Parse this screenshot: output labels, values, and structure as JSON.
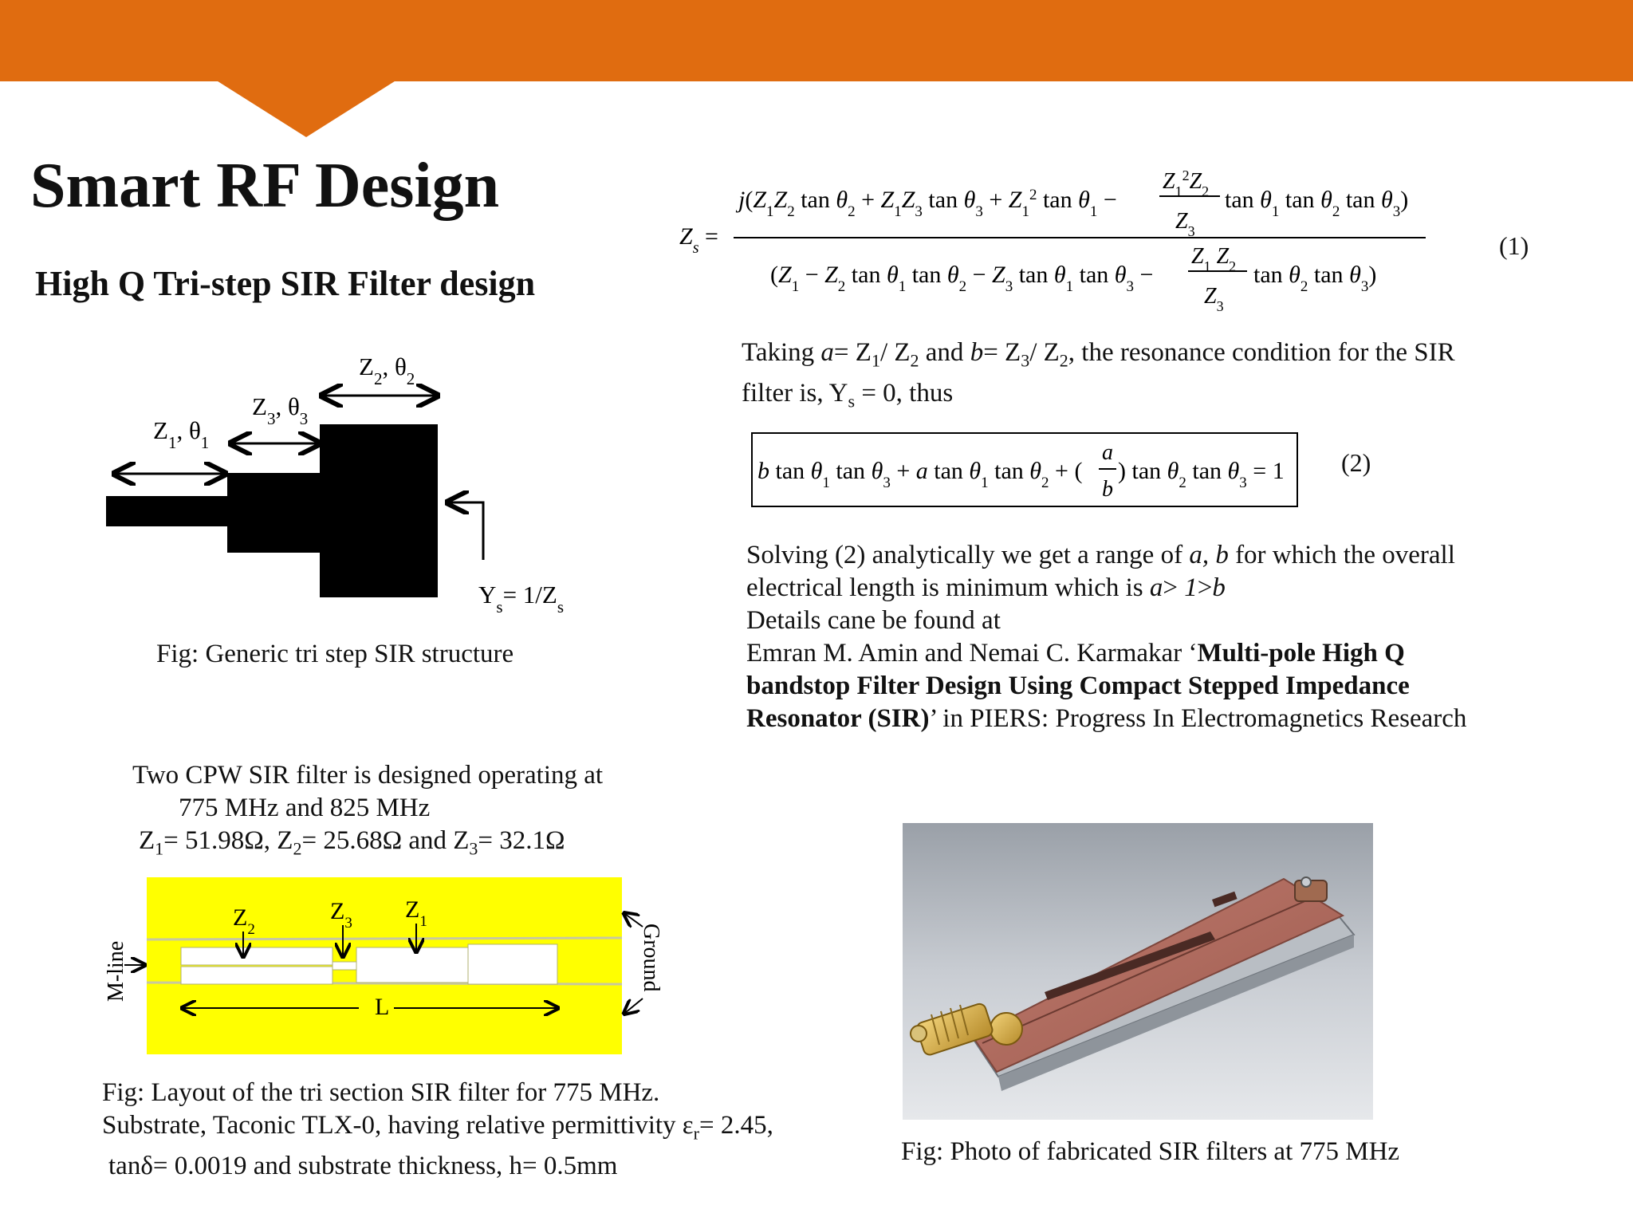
{
  "title": "Smart RF Design",
  "subtitle": "High Q Tri-step SIR Filter design",
  "equation1": {
    "lhs": "Zs =",
    "numerator": "j(Z1Z2 tan θ2 + Z1Z3 tan θ3 + Z1² tan θ1 − (Z1²Z2 / Z3) tan θ1 tan θ2 tan θ3)",
    "denominator": "(Z1 − Z2 tan θ1 tan θ2 − Z3 tan θ1 tan θ3 − (Z1 Z2 / Z3) tan θ2 tan θ3)",
    "number": "(1)"
  },
  "resonance_text": {
    "line1": "Taking a= Z1/ Z2 and b= Z3/ Z2, the resonance condition for the SIR",
    "line2": "filter is, Ys = 0, thus"
  },
  "equation2": {
    "text": "b tan θ1 tan θ3 + a tan θ1 tan θ2 + (a/b) tan θ2 tan θ3 = 1",
    "number": "(2)"
  },
  "solving_text": {
    "line1": "Solving (2) analytically we get a range of a, b for which the overall",
    "line2": "electrical length is minimum which is a> 1>b",
    "line3": "Details cane be found at",
    "line4_plain": "Emran M. Amin and Nemai C. Karmakar ‘",
    "line4_bold": "Multi-pole High Q",
    "line5_bold": "bandstop Filter Design Using Compact Stepped Impedance",
    "line6_bold": "Resonator (SIR)",
    "line6_plain": "’ in PIERS: Progress In Electromagnetics Research"
  },
  "structure_figure": {
    "label_z1": "Z1, θ1",
    "label_z2": "Z2, θ2",
    "label_z3": "Z3, θ3",
    "label_ys": "Ys= 1/Zs",
    "caption": "Fig: Generic tri step SIR structure"
  },
  "cpw_text": {
    "line1": "Two CPW SIR filter is designed  operating at",
    "line2": "775 MHz and 825 MHz",
    "line3": "Z1= 51.98Ω, Z2= 25.68Ω and Z3= 32.1Ω"
  },
  "layout_figure": {
    "label_z2": "Z2",
    "label_z3": "Z3",
    "label_z1": "Z1",
    "label_mline": "M-line",
    "label_ground": "Ground",
    "label_length": "L",
    "background_color": "#ffff00"
  },
  "layout_caption": {
    "line1": "Fig: Layout of the tri section SIR filter for 775 MHz.",
    "line2": "Substrate, Taconic TLX-0, having relative permittivity εr= 2.45,",
    "line3": "tanδ= 0.0019 and substrate thickness, h= 0.5mm"
  },
  "photo_caption": "Fig: Photo of fabricated SIR filters at 775 MHz",
  "colors": {
    "banner": "#e06c10",
    "pcb_copper": "#b06a5e",
    "substrate_metal": "#9aa0a8"
  }
}
